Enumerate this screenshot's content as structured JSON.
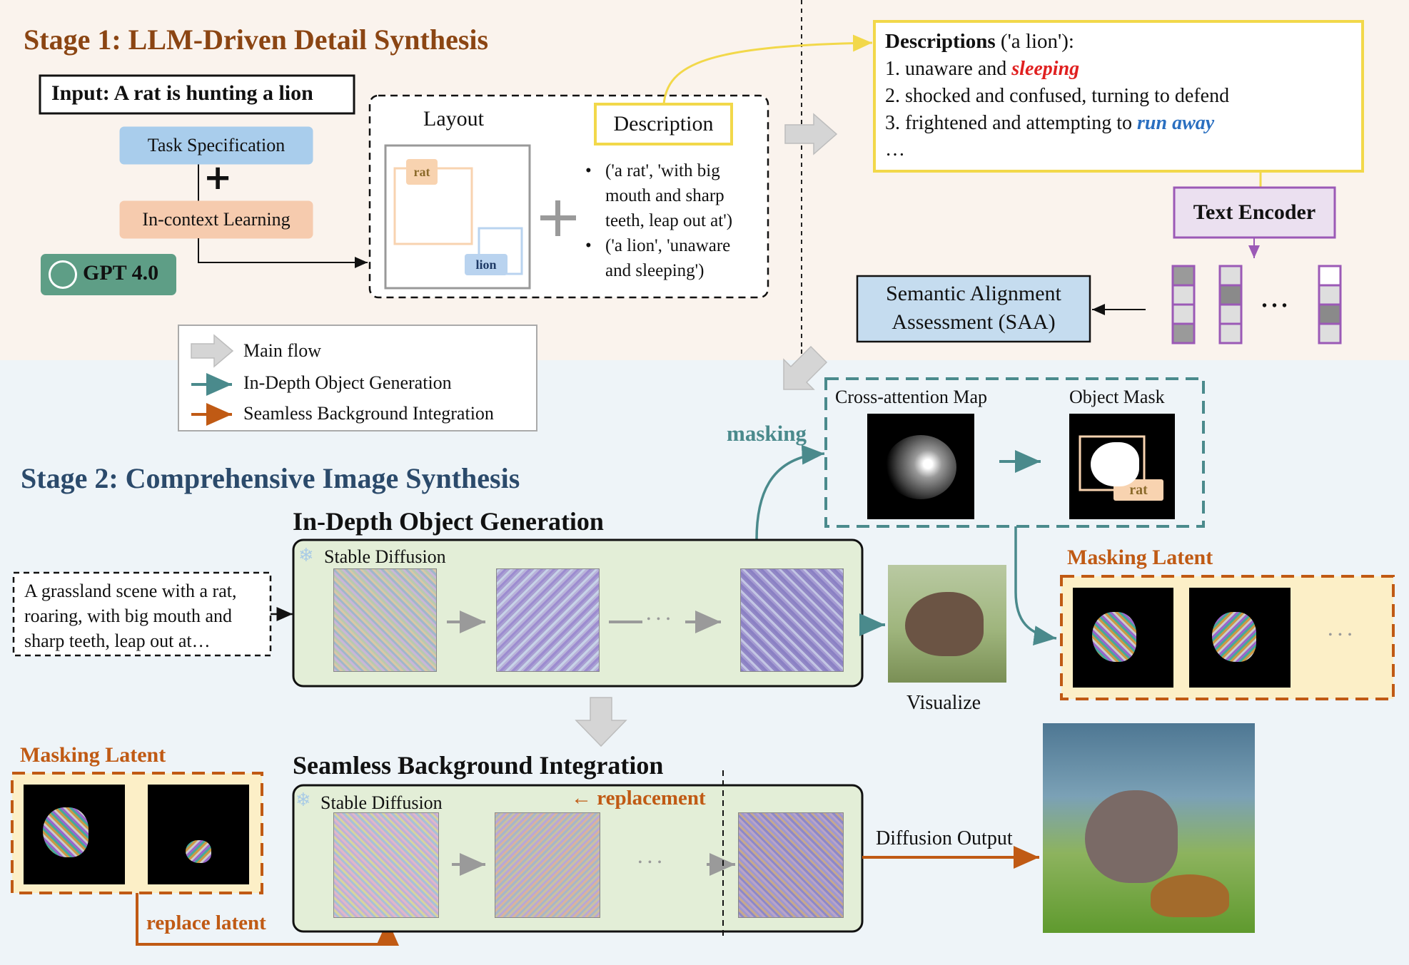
{
  "stage1": {
    "title": "Stage 1: LLM-Driven Detail Synthesis",
    "input": "Input: A rat is hunting a lion",
    "task_spec": "Task Specification",
    "plus": "+",
    "in_context": "In-context Learning",
    "gpt": "GPT 4.0",
    "layout_label": "Layout",
    "description_label": "Description",
    "rat_tag": "rat",
    "lion_tag": "lion",
    "bullets": [
      "('a rat', 'with big mouth and sharp teeth, leap out at')",
      "('a lion', 'unaware and sleeping')"
    ],
    "bullet_lines": [
      [
        "('a rat', 'with big",
        "mouth and sharp",
        "teeth, leap out at')"
      ],
      [
        "('a lion', 'unaware",
        "and sleeping')"
      ]
    ],
    "descriptions": {
      "heading_bold": "Descriptions",
      "heading_rest": " ('a lion'):",
      "item1_prefix": "1. unaware and ",
      "item1_emph": "sleeping",
      "item2": "2. shocked and confused, turning to defend",
      "item3_prefix": "3. frightened and attempting to ",
      "item3_emph": "run away",
      "more": "…"
    },
    "text_encoder": "Text Encoder",
    "saa": [
      "Semantic Alignment",
      "Assessment (SAA)"
    ],
    "dots": "• • •"
  },
  "legend": {
    "main_flow": "Main flow",
    "in_depth": "In-Depth Object Generation",
    "seamless": "Seamless Background Integration"
  },
  "stage2": {
    "title": "Stage 2: Comprehensive Image Synthesis",
    "in_depth_title": "In-Depth Object Generation",
    "prompt_lines": [
      "A grassland scene with a rat,",
      "roaring, with big mouth and",
      "sharp teeth, leap out at…"
    ],
    "stable_diffusion": "Stable Diffusion",
    "dots": "• • •",
    "masking": "masking",
    "cross_attention": "Cross-attention Map",
    "object_mask": "Object Mask",
    "mask_rat_tag": "rat",
    "visualize": "Visualize",
    "masking_latent": "Masking Latent",
    "seamless_title": "Seamless Background Integration",
    "replacement": "← replacement",
    "replace_latent": "replace latent",
    "diffusion_output": "Diffusion Output"
  },
  "colors": {
    "stage1_title": "#8b4513",
    "stage2_title": "#2b4a6b",
    "teal": "#4a8a8c",
    "orange": "#c05a14",
    "description_border": "#f2d84a",
    "text_encoder_border": "#9b59b6",
    "saa_fill": "#c5dcef",
    "sleeping": "#e02020",
    "run_away": "#2a6fc0"
  }
}
